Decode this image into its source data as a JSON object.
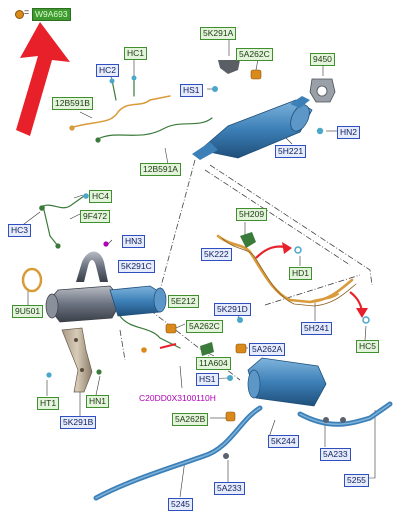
{
  "legend": {
    "equals_sign": "=",
    "part_number": "W9A693",
    "dot_color": "#d98a1a",
    "arrow_color": "#e8202a"
  },
  "reference_code": "C20DD0X3100110H",
  "colors": {
    "part_blue": "#3d80b8",
    "part_blue_dark": "#1f4f7a",
    "label_green": "#3f8f2f",
    "label_blue": "#2f4fbf",
    "orange_pipe": "#d99a3a"
  },
  "labels": [
    {
      "id": "hc1-top",
      "text": "HC1",
      "style": "green"
    },
    {
      "id": "hc2",
      "text": "HC2",
      "style": "blue"
    },
    {
      "id": "12b591b",
      "text": "12B591B",
      "style": "green"
    },
    {
      "id": "5k291a",
      "text": "5K291A",
      "style": "green"
    },
    {
      "id": "5a262c-top",
      "text": "5A262C",
      "style": "green"
    },
    {
      "id": "9450",
      "text": "9450",
      "style": "green"
    },
    {
      "id": "hs1-top",
      "text": "HS1",
      "style": "blue"
    },
    {
      "id": "hn2",
      "text": "HN2",
      "style": "blue"
    },
    {
      "id": "5h221",
      "text": "5H221",
      "style": "blue"
    },
    {
      "id": "12b591a",
      "text": "12B591A",
      "style": "green"
    },
    {
      "id": "hc4",
      "text": "HC4",
      "style": "green"
    },
    {
      "id": "9f472",
      "text": "9F472",
      "style": "green"
    },
    {
      "id": "hc3",
      "text": "HC3",
      "style": "blue"
    },
    {
      "id": "hn3",
      "text": "HN3",
      "style": "blue"
    },
    {
      "id": "5k291c",
      "text": "5K291C",
      "style": "blue"
    },
    {
      "id": "5h209",
      "text": "5H209",
      "style": "green"
    },
    {
      "id": "5k222",
      "text": "5K222",
      "style": "blue"
    },
    {
      "id": "hd1",
      "text": "HD1",
      "style": "green"
    },
    {
      "id": "9u501",
      "text": "9U501",
      "style": "green"
    },
    {
      "id": "5e212",
      "text": "5E212",
      "style": "green"
    },
    {
      "id": "5k291d",
      "text": "5K291D",
      "style": "blue"
    },
    {
      "id": "5a262c-mid",
      "text": "5A262C",
      "style": "green"
    },
    {
      "id": "5h241",
      "text": "5H241",
      "style": "blue"
    },
    {
      "id": "hc5",
      "text": "HC5",
      "style": "green"
    },
    {
      "id": "5a262a",
      "text": "5A262A",
      "style": "blue"
    },
    {
      "id": "11a604",
      "text": "11A604",
      "style": "green"
    },
    {
      "id": "hs1-mid",
      "text": "HS1",
      "style": "blue"
    },
    {
      "id": "ht1",
      "text": "HT1",
      "style": "green"
    },
    {
      "id": "hn1",
      "text": "HN1",
      "style": "green"
    },
    {
      "id": "5k291b",
      "text": "5K291B",
      "style": "blue"
    },
    {
      "id": "5a262b",
      "text": "5A262B",
      "style": "green"
    },
    {
      "id": "5k244",
      "text": "5K244",
      "style": "blue"
    },
    {
      "id": "5a233-right",
      "text": "5A233",
      "style": "blue"
    },
    {
      "id": "5255",
      "text": "5255",
      "style": "blue"
    },
    {
      "id": "5245",
      "text": "5245",
      "style": "blue"
    },
    {
      "id": "5a233-bottom",
      "text": "5A233",
      "style": "blue"
    }
  ]
}
